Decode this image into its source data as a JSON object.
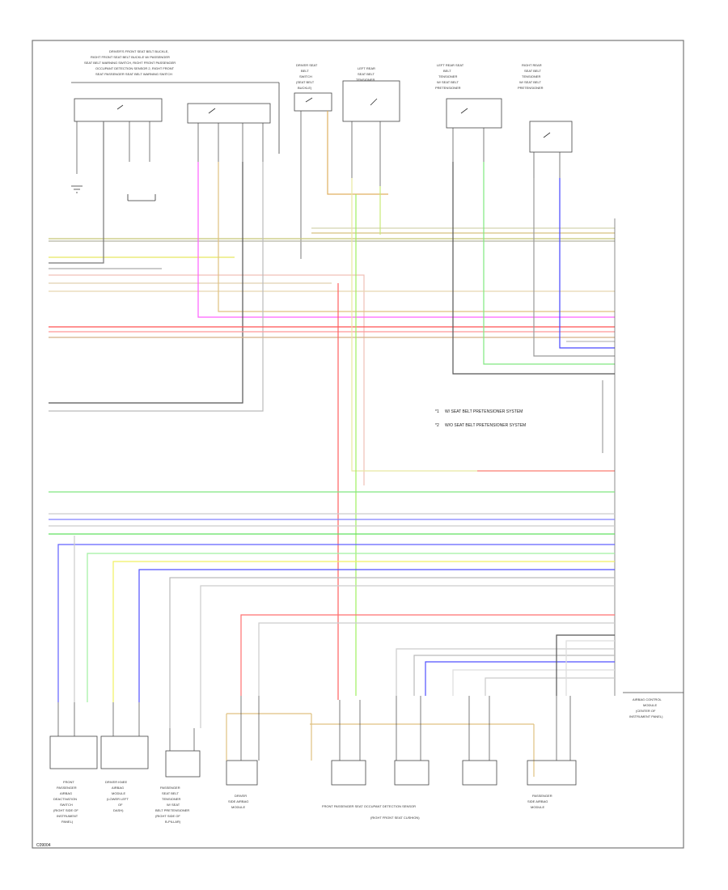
{
  "diagram": {
    "footer_id": "C09004",
    "legend": [
      {
        "marker": "*1",
        "text": "W/ SEAT BELT PRETENSIONER SYSTEM"
      },
      {
        "marker": "*2",
        "text": "W/O SEAT BELT PRETENSIONER SYSTEM"
      }
    ],
    "top_components": [
      {
        "id": "driver-front-seat-belt-buckle",
        "label": [
          "DRIVER'S FRONT SEAT BELT BUCKLE,",
          "RIGHT FRONT SEAT BELT BUCKLE W/ PASSENGER",
          "SEAT BELT WARNING SWITCH, RIGHT FRONT PASSENGER",
          "OCCUPANT DETECTION SENSOR 2, RIGHT FRONT",
          "SEAT PASSENGER SEAT BELT WARNING SWITCH"
        ]
      },
      {
        "id": "driver-seat-belt-switch",
        "label": [
          "DRIVER SEAT",
          "BELT",
          "SWITCH",
          "(SEAT BELT",
          "BUCKLE)"
        ]
      },
      {
        "id": "left-rear-seat-belt",
        "label": [
          "LEFT REAR",
          "SEAT BELT",
          "TENSIONER"
        ]
      },
      {
        "id": "right-rear-seat-belt-1",
        "label": [
          "LEFT REAR SEAT",
          "BELT",
          "TENSIONER",
          "W/ SEAT BELT",
          "PRETENSIONER"
        ]
      },
      {
        "id": "right-rear-seat-belt-2",
        "label": [
          "RIGHT REAR",
          "SEAT BELT",
          "TENSIONER",
          "W/ SEAT BELT",
          "PRETENSIONER"
        ]
      }
    ],
    "module": {
      "label": [
        "AIRBAG CONTROL",
        "MODULE",
        "(CENTER OF",
        "INSTRUMENT PANEL)"
      ]
    },
    "bottom_components": [
      {
        "id": "front-passenger-airbag",
        "label": [
          "FRONT",
          "PASSENGER",
          "AIRBAG",
          "DEACTIVATION",
          "SWITCH",
          "(RIGHT SIDE OF",
          "INSTRUMENT",
          "PANEL)"
        ]
      },
      {
        "id": "driver-knee-airbag",
        "label": [
          "DRIVER KNEE",
          "AIRBAG",
          "MODULE",
          "(LOWER LEFT",
          "OF",
          "DASH)"
        ]
      },
      {
        "id": "passenger-seat-belt",
        "label": [
          "PASSENGER",
          "SEAT BELT",
          "TENSIONER",
          "W/ SEAT",
          "BELT PRETENSIONER",
          "(RIGHT SIDE OF",
          "B-PILLAR)"
        ]
      },
      {
        "id": "driver-side-airbag",
        "label": [
          "DRIVER",
          "SIDE AIRBAG",
          "MODULE"
        ]
      },
      {
        "id": "front-passenger-seat",
        "label": [
          "FRONT PASSENGER SEAT OCCUPANT DETECTION SENSOR",
          "(RIGHT FRONT SEAT CUSHION)"
        ]
      },
      {
        "id": "passenger-side-airbag",
        "label": [
          "PASSENGER",
          "SIDE AIRBAG",
          "MODULE"
        ]
      }
    ]
  }
}
